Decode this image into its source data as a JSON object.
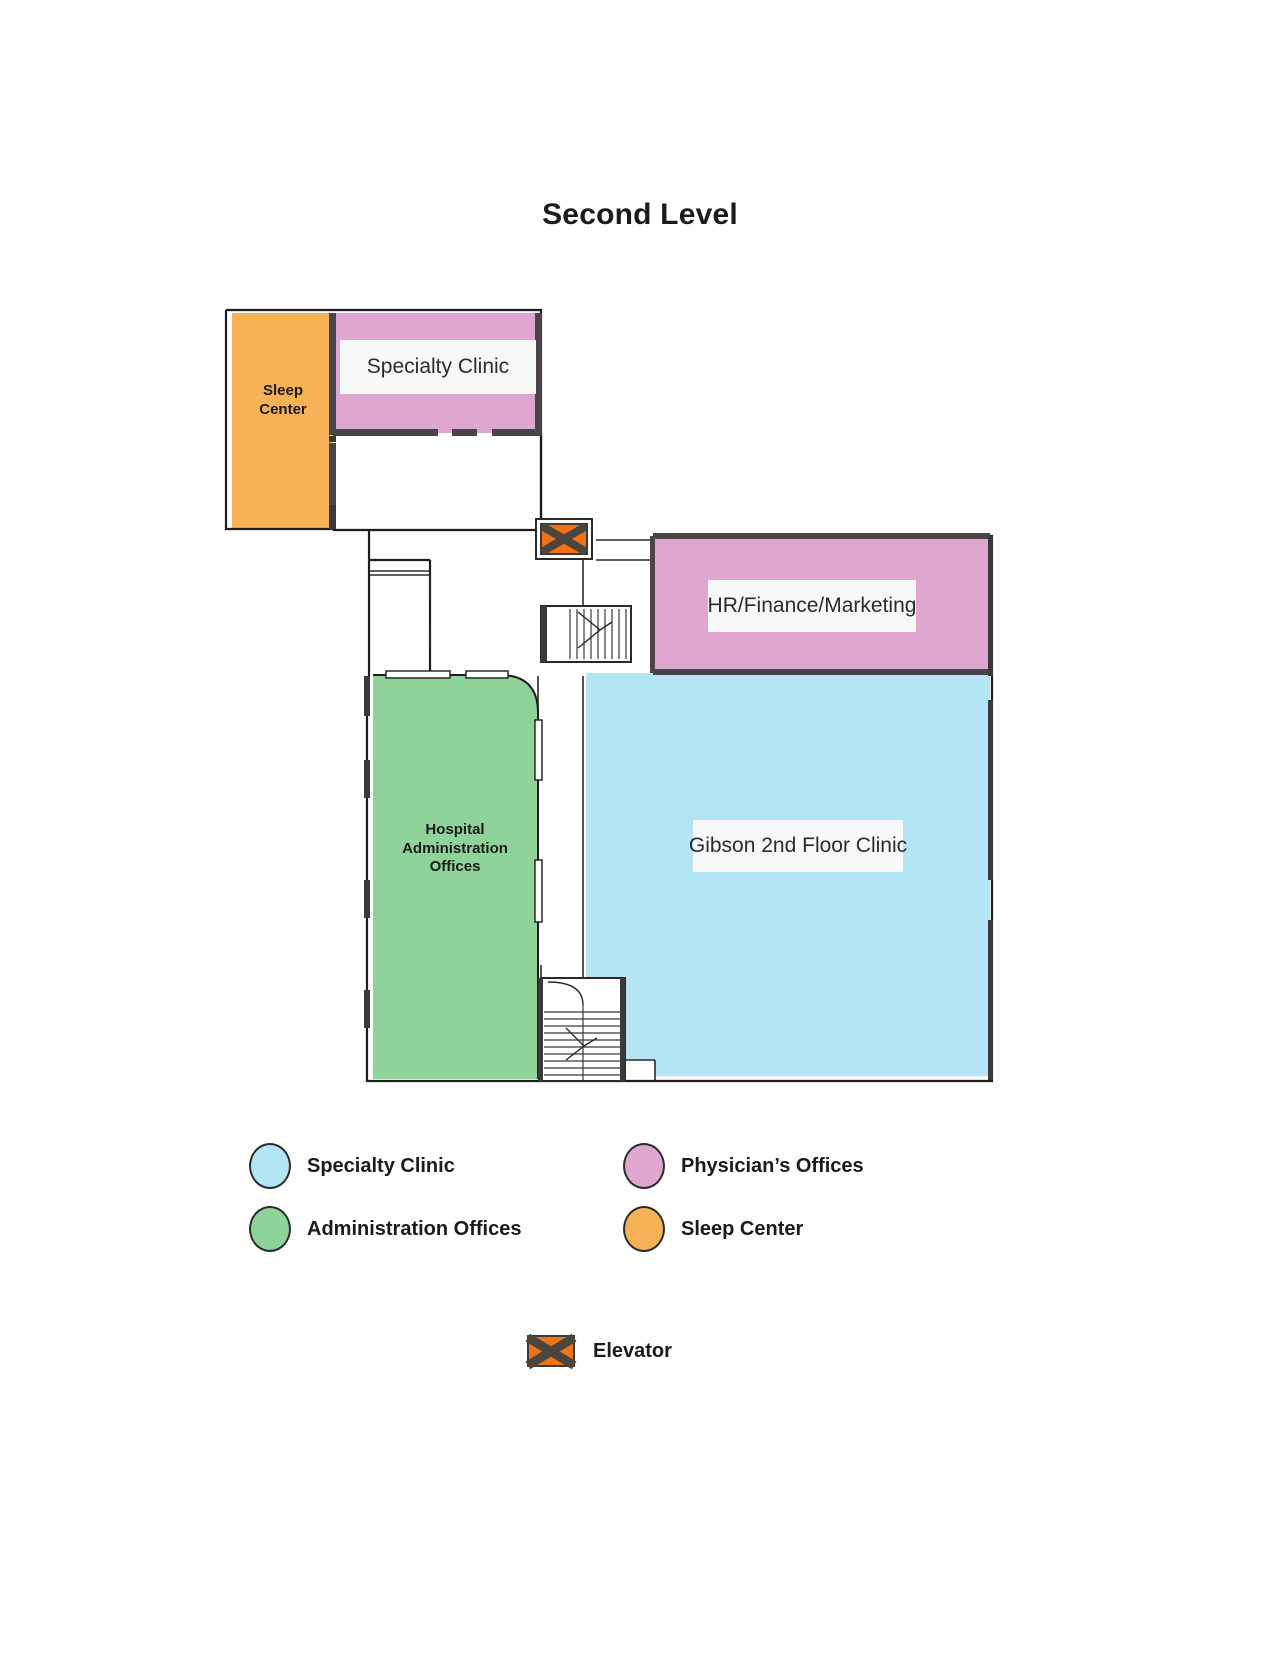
{
  "page": {
    "title": "Second Level",
    "background": "#ffffff"
  },
  "colors": {
    "specialty_clinic_blue": "#b3e5f5",
    "physicians_offices_pink": "#dfa6d0",
    "administration_green": "#8fd39b",
    "sleep_center_orange": "#f7b257",
    "elevator_orange": "#f47216",
    "elevator_mark": "#4a463f",
    "wall_dark": "#4a4448",
    "wall_line": "#1d1d1d",
    "label_chip_bg": "#f7f9f9",
    "text": "#1b1b1b"
  },
  "floorplan": {
    "rooms": [
      {
        "id": "sleep-center",
        "label": "Sleep\nCenter",
        "label_line1": "Sleep",
        "label_line2": "Center",
        "fill": "#f7b257",
        "style": "plain"
      },
      {
        "id": "specialty-clinic",
        "label": "Specialty Clinic",
        "fill": "#dfa6d0",
        "style": "chip"
      },
      {
        "id": "hr-finance-marketing",
        "label": "HR/Finance/Marketing",
        "fill": "#dfa6d0",
        "style": "chip"
      },
      {
        "id": "gibson-2nd-floor-clinic",
        "label": "Gibson 2nd Floor Clinic",
        "fill": "#b3e5f5",
        "style": "chip"
      },
      {
        "id": "hospital-administration-offices",
        "label": "Hospital Administration Offices",
        "label_line1": "Hospital",
        "label_line2": "Administration",
        "label_line3": "Offices",
        "fill": "#8fd39b",
        "style": "plain"
      }
    ],
    "markers": [
      {
        "id": "elevator",
        "type": "elevator",
        "fill": "#f47216"
      }
    ],
    "features": [
      {
        "id": "stairwell-upper",
        "type": "stairs"
      },
      {
        "id": "stairwell-lower",
        "type": "stairs"
      }
    ]
  },
  "legend": {
    "items": [
      {
        "label": "Specialty Clinic",
        "color": "#b3e5f5"
      },
      {
        "label": "Physician’s Offices",
        "color": "#dfa6d0"
      },
      {
        "label": "Administration Offices",
        "color": "#8fd39b"
      },
      {
        "label": "Sleep Center",
        "color": "#f7b257"
      }
    ],
    "elevator": {
      "label": "Elevator",
      "color": "#f47216"
    }
  }
}
